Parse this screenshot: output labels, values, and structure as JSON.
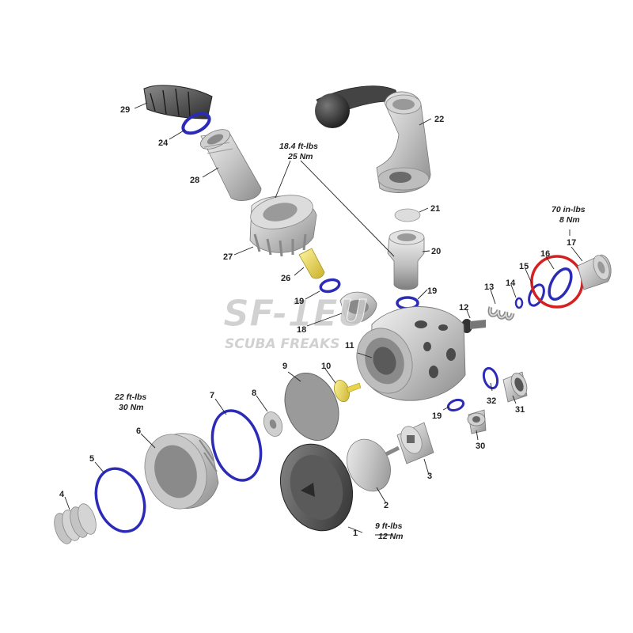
{
  "colors": {
    "oring": "#2b2bb8",
    "highlight": "#d42020",
    "part_light": "#d9d9d9",
    "part_mid": "#a9a9a9",
    "part_dark": "#555555",
    "brass": "#e8d44a",
    "watermark": "#c9c9c9",
    "watermark_accent": "#e4a8b4"
  },
  "watermark": {
    "logo": "SF-1EU",
    "tagline": "SCUBA FREAKS"
  },
  "torque_specs": {
    "t1_line1": "18.4 ft-lbs",
    "t1_line2": "25 Nm",
    "t2_line1": "70 in-lbs",
    "t2_line2": "8 Nm",
    "t3_line1": "22 ft-lbs",
    "t3_line2": "30 Nm",
    "t4_line1": "9 ft-lbs",
    "t4_line2": "12 Nm"
  },
  "parts": {
    "p1": "1",
    "p2": "2",
    "p3": "3",
    "p4": "4",
    "p5": "5",
    "p6": "6",
    "p7": "7",
    "p8": "8",
    "p9": "9",
    "p10": "10",
    "p11": "11",
    "p12": "12",
    "p13": "13",
    "p14": "14",
    "p15": "15",
    "p16": "16",
    "p17": "17",
    "p18": "18",
    "p19a": "19",
    "p19b": "19",
    "p19c": "19",
    "p20": "20",
    "p21": "21",
    "p22": "22",
    "p24": "24",
    "p26": "26",
    "p27": "27",
    "p28": "28",
    "p29": "29",
    "p30": "30",
    "p31": "31",
    "p32": "32"
  }
}
